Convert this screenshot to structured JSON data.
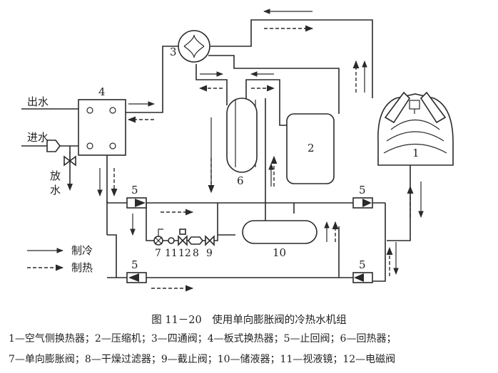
{
  "figure": {
    "caption": "图 11－20　使用单向膨胀阀的冷热水机组",
    "legend_line1": "1—空气侧换热器；2—压缩机；3—四通阀；4—板式换热器；5—止回阀；6—回热器；",
    "legend_line2": "7—单向膨胀阀；8—干燥过滤器；9—截止阀；10—储液器；11—视液镜；12—电磁阀"
  },
  "labels": {
    "outlet": "出水",
    "inlet": "进水",
    "drain_1": "放",
    "drain_2": "水",
    "cooling": "制冷",
    "heating": "制热"
  },
  "components": {
    "c1": "1",
    "c2": "2",
    "c3": "3",
    "c4": "4",
    "c5": "5",
    "c6": "6",
    "c7": "7",
    "c8": "8",
    "c9": "9",
    "c10": "10",
    "c11": "11",
    "c12": "12"
  }
}
